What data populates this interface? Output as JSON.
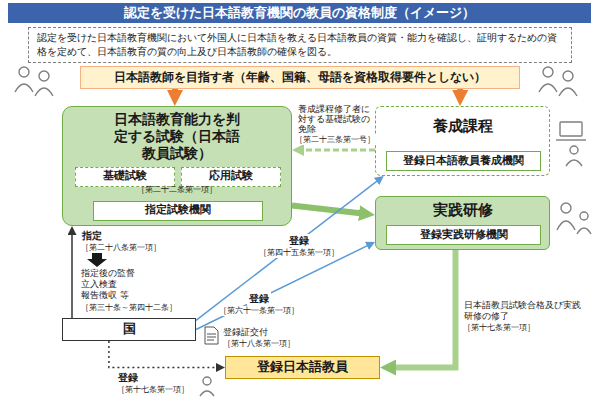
{
  "diagram": {
    "title": "認定を受けた日本語教育機関の教員の資格制度（イメージ）",
    "nodes": [
      {
        "text": [
          "認定を受けた日本語教育機関において外国人に日本語を教える日本語教員の資質・能力を確認し、証明するための資格を定めて、日本語教育の質の向上及び日本語教師の確保を図る。"
        ]
      },
      {
        "text": [
          "日本語教師を目指す者（年齢、国籍、母語を資格取得要件としない）"
        ]
      },
      {
        "text": [
          "日本語教育能力を判定する試験（日本語教員試験）"
        ]
      },
      {
        "text": [
          "基礎試験"
        ],
        "in": 2
      },
      {
        "text": [
          "応用試験"
        ],
        "in": 2
      },
      {
        "text": [
          "指定試験機関"
        ],
        "in": 2
      },
      {
        "text": [
          "養成課程"
        ]
      },
      {
        "text": [
          "登録日本語教員養成機関"
        ],
        "in": 6
      },
      {
        "text": [
          "実践研修"
        ]
      },
      {
        "text": [
          "登録実践研修機関"
        ],
        "in": 8
      },
      {
        "text": [
          "国"
        ]
      },
      {
        "text": [
          "登録日本語教員"
        ]
      }
    ],
    "edges": [
      {
        "from": 1,
        "to": 2,
        "arrow": "to"
      },
      {
        "from": 1,
        "to": 6,
        "arrow": "to"
      },
      {
        "from": 6,
        "to": 2,
        "label": "養成課程修了者に対する基礎試験の免除",
        "arrow": "to"
      },
      {
        "from": 2,
        "to": 8,
        "arrow": "to"
      },
      {
        "from": 10,
        "to": 2,
        "label": "指定",
        "arrow": "to"
      },
      {
        "from": 10,
        "to": 6,
        "label": "登録",
        "arrow": "to"
      },
      {
        "from": 10,
        "to": 8,
        "label": "登録",
        "arrow": "to"
      },
      {
        "from": 10,
        "to": 11,
        "label": "登録",
        "arrow": "to"
      },
      {
        "from": 8,
        "to": 11,
        "label": "日本語教員試験合格及び実践研修の修了",
        "arrow": "to"
      }
    ],
    "labels": [
      "［第二十二条第一項］",
      "［第二十三条第一号］",
      "［第二十八条第一項］",
      "指定後の監督 立入検査 報告徴収 等",
      "［第三十条～第四十二条］",
      "［第四十五条第一項］",
      "［第六十一条第一項］",
      "登録証交付",
      "［第十八条第一項］",
      "［第十七条第一項］",
      "［第十七条第一項］"
    ]
  }
}
